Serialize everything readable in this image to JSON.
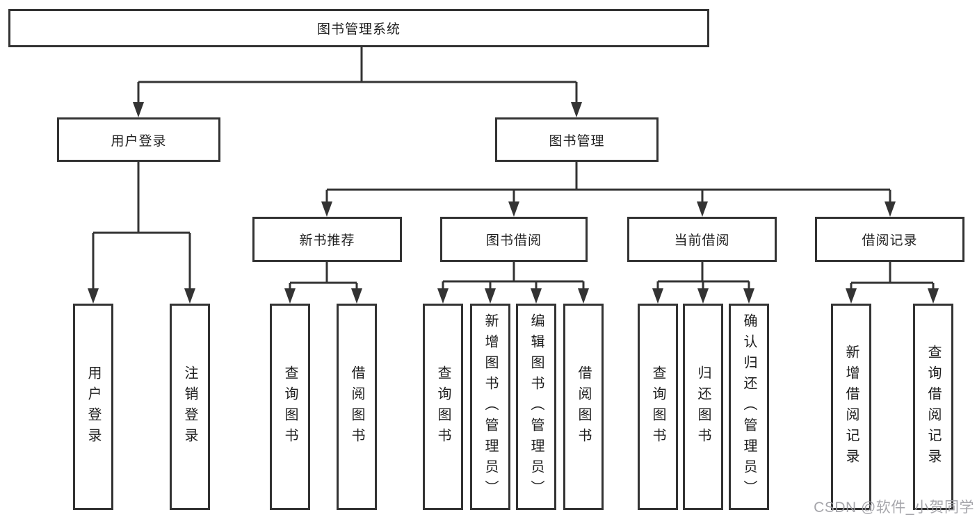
{
  "colors": {
    "line": "#333333",
    "box_border": "#333333",
    "box_background": "#ffffff",
    "text": "#1e1e1e",
    "watermark": "#9e9ea4"
  },
  "tree": {
    "root": "图书管理系统",
    "level2": [
      "用户登录",
      "图书管理"
    ],
    "level3": [
      "新书推荐",
      "图书借阅",
      "当前借阅",
      "借阅记录"
    ],
    "leaves_user_login": [
      "用户登录",
      "注销登录"
    ],
    "leaves_new_book": [
      "查询图书",
      "借阅图书"
    ],
    "leaves_book_borrow": [
      "查询图书",
      "新增图书（管理员）",
      "编辑图书（管理员）",
      "借阅图书"
    ],
    "leaves_current_borrow": [
      "查询图书",
      "归还图书",
      "确认归还（管理员）"
    ],
    "leaves_borrow_record": [
      "新增借阅记录",
      "查询借阅记录"
    ]
  },
  "watermark": {
    "text": "CSDN @软件_小贺同学"
  }
}
